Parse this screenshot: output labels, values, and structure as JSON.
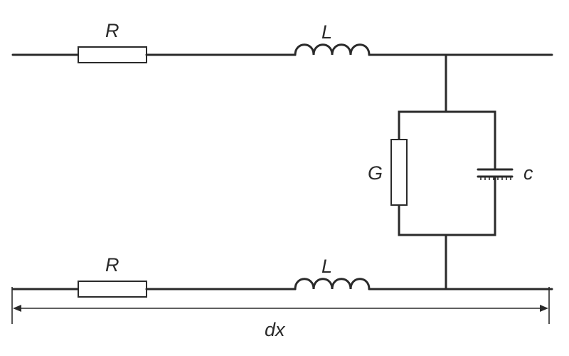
{
  "diagram": {
    "labels": {
      "r_top": "R",
      "l_top": "L",
      "r_bottom": "R",
      "l_bottom": "L",
      "g": "G",
      "c": "c",
      "dx": "dx"
    },
    "components": [
      {
        "id": "resistor-top",
        "kind": "resistor",
        "label": "R"
      },
      {
        "id": "inductor-top",
        "kind": "inductor",
        "label": "L"
      },
      {
        "id": "resistor-bottom",
        "kind": "resistor",
        "label": "R"
      },
      {
        "id": "inductor-bottom",
        "kind": "inductor",
        "label": "L"
      },
      {
        "id": "conductance",
        "kind": "resistor",
        "label": "G"
      },
      {
        "id": "capacitor",
        "kind": "capacitor",
        "label": "c"
      }
    ],
    "colors": {
      "ink": "#2a2a2a",
      "background": "#ffffff"
    }
  }
}
